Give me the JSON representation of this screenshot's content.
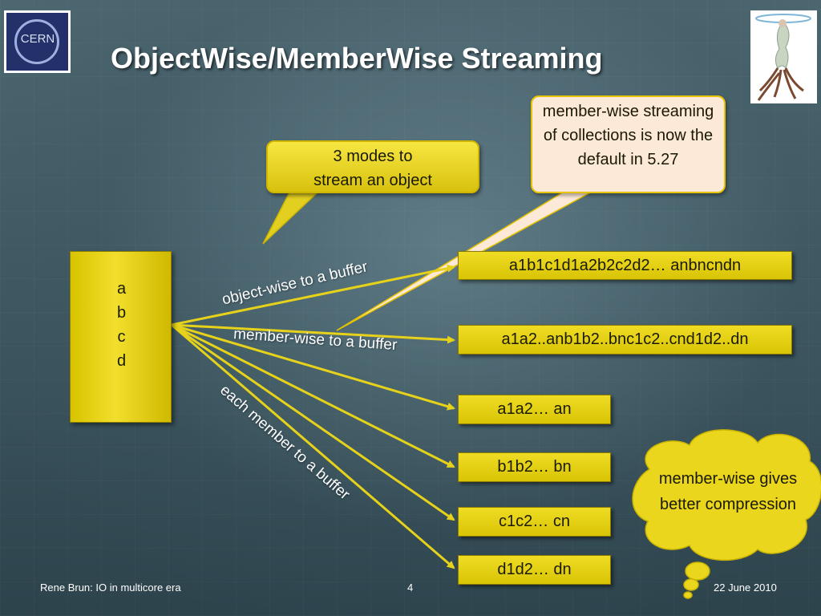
{
  "slide": {
    "title": "ObjectWise/MemberWise Streaming",
    "logo": {
      "text": "CERN"
    },
    "callouts": {
      "modes": "3 modes to stream an object",
      "default": "member-wise streaming of collections is now the default in 5.27",
      "compression": "member-wise gives better compression"
    },
    "object": {
      "members": [
        "a",
        "b",
        "c",
        "d"
      ]
    },
    "labels": {
      "object_wise": "object-wise to a buffer",
      "member_wise": "member-wise to a buffer",
      "each_member": "each member to a buffer"
    },
    "buffers": [
      "a1b1c1d1a2b2c2d2… anbncndn",
      "a1a2..anb1b2..bnc1c2..cnd1d2..dn",
      "a1a2… an",
      "b1b2… bn",
      "c1c2… cn",
      "d1d2… dn"
    ],
    "footer": {
      "left": "Rene Brun: IO in multicore era",
      "page": "4",
      "date": "22 June 2010"
    }
  }
}
